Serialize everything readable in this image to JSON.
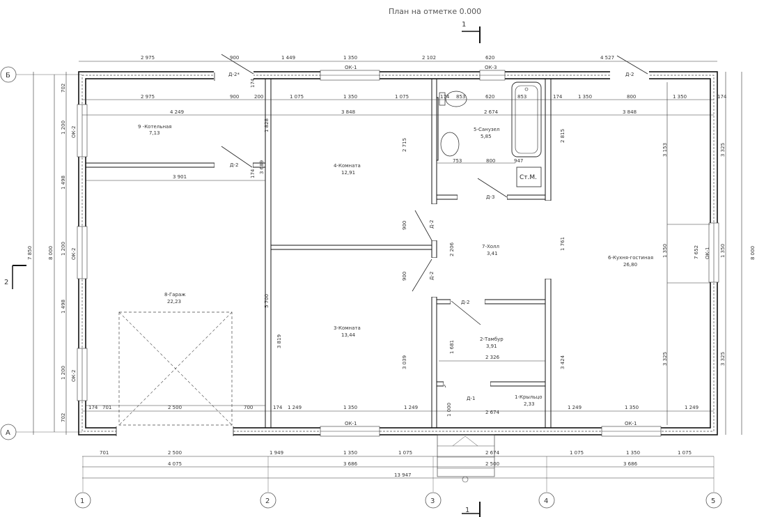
{
  "title": "План на отметке 0.000",
  "section_marks": {
    "top": "1",
    "bottom": "1",
    "left": "2"
  },
  "axes": {
    "columns": [
      "1",
      "2",
      "3",
      "4",
      "5"
    ],
    "rows": [
      "Б",
      "А"
    ]
  },
  "rooms": [
    {
      "name": "9 -Котельная",
      "area": "7,13"
    },
    {
      "name": "4-Комната",
      "area": "12,91"
    },
    {
      "name": "5-Санузел",
      "area": "5,85"
    },
    {
      "name": "7-Холл",
      "area": "3,41"
    },
    {
      "name": "6-Кухня-гостиная",
      "area": "26,80"
    },
    {
      "name": "8-Гараж",
      "area": "22,23"
    },
    {
      "name": "3-Комната",
      "area": "13,44"
    },
    {
      "name": "2-Тамбур",
      "area": "3,91"
    },
    {
      "name": "1-Крыльцо",
      "area": "2,33"
    }
  ],
  "fixtures": {
    "tank": "Ст.М."
  },
  "openings": {
    "ok1": "ОК-1",
    "ok2": "ОК-2",
    "ok3": "ОК-3",
    "d1": "Д-1",
    "d2": "Д-2",
    "d2s": "Д-2*",
    "d3": "Д-3"
  },
  "dims": {
    "top_outer": [
      "2 975",
      "900",
      "1 449",
      "1 350",
      "2 102",
      "620",
      "4 527"
    ],
    "top_inner": [
      "2 975",
      "900",
      "200",
      "1 075",
      "1 350",
      "1 075",
      "174",
      "853",
      "620",
      "853",
      "174",
      "1 350",
      "800",
      "1 350",
      "174"
    ],
    "row3": [
      "4 249",
      "3 848",
      "2 674",
      "3 848"
    ],
    "bot_inner": [
      "701",
      "2 500",
      "700",
      "1 249",
      "1 350",
      "1 249",
      "1 249",
      "1 350",
      "1 249",
      "174",
      "174"
    ],
    "bot1": [
      "701",
      "2 500",
      "1 949",
      "1 350",
      "1 075",
      "2 674",
      "1 075",
      "1 350",
      "1 075"
    ],
    "bot2": [
      "4 075",
      "3 686",
      "2 500",
      "3 686"
    ],
    "bot3": "13 947",
    "left1": [
      "702",
      "1 200",
      "1 498",
      "1 200",
      "1 498",
      "1 200",
      "702"
    ],
    "left2": "7 850",
    "left3": "8 000",
    "right1": [
      "3 325",
      "1 350",
      "3 325"
    ],
    "right2": "8 000",
    "interior": [
      "3 901",
      "1 828",
      "3 689",
      "2 715",
      "2 206",
      "1 761",
      "2 815",
      "900",
      "900",
      "5 700",
      "3 819",
      "3 039",
      "1 681",
      "2 326",
      "1 000",
      "2 674",
      "3 424",
      "3 153",
      "3 325",
      "1 350",
      "7 652",
      "174",
      "174",
      "753",
      "800",
      "947"
    ]
  }
}
